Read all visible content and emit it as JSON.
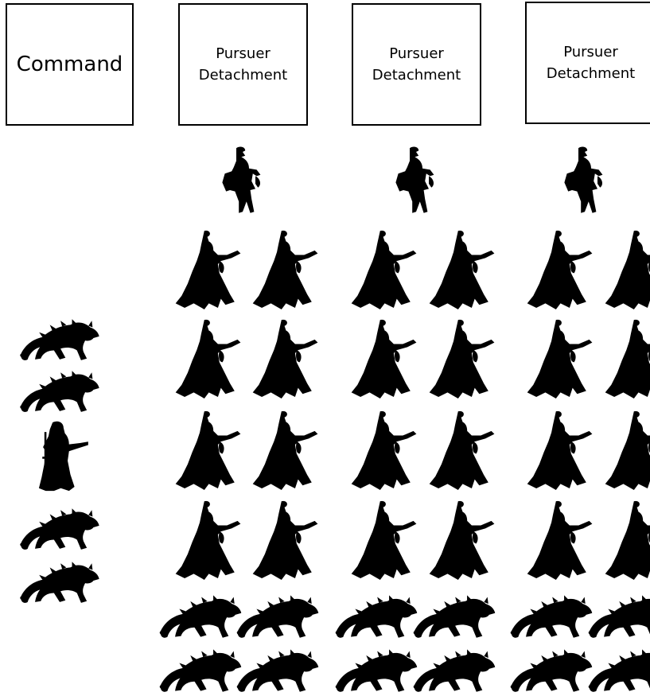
{
  "diagram": {
    "columns": [
      {
        "label": "Command",
        "figures": {
          "beasts": 4,
          "leaders": 1
        }
      },
      {
        "label_line1": "Pursuer",
        "label_line2": "Detachment",
        "figures": {
          "champions": 1,
          "cloaked_warriors": 8,
          "beasts": 4
        }
      },
      {
        "label_line1": "Pursuer",
        "label_line2": "Detachment",
        "figures": {
          "champions": 1,
          "cloaked_warriors": 8,
          "beasts": 4
        }
      },
      {
        "label_line1": "Pursuer",
        "label_line2": "Detachment",
        "figures": {
          "champions": 1,
          "cloaked_warriors": 8,
          "beasts": 4
        }
      }
    ],
    "icons": {
      "champion": "armored-champion-icon",
      "warrior": "cloaked-warrior-icon",
      "beast": "hound-beast-icon",
      "leader": "robed-leader-icon"
    },
    "colors": {
      "silhouette": "#000000",
      "border": "#000000",
      "background": "#ffffff"
    }
  }
}
